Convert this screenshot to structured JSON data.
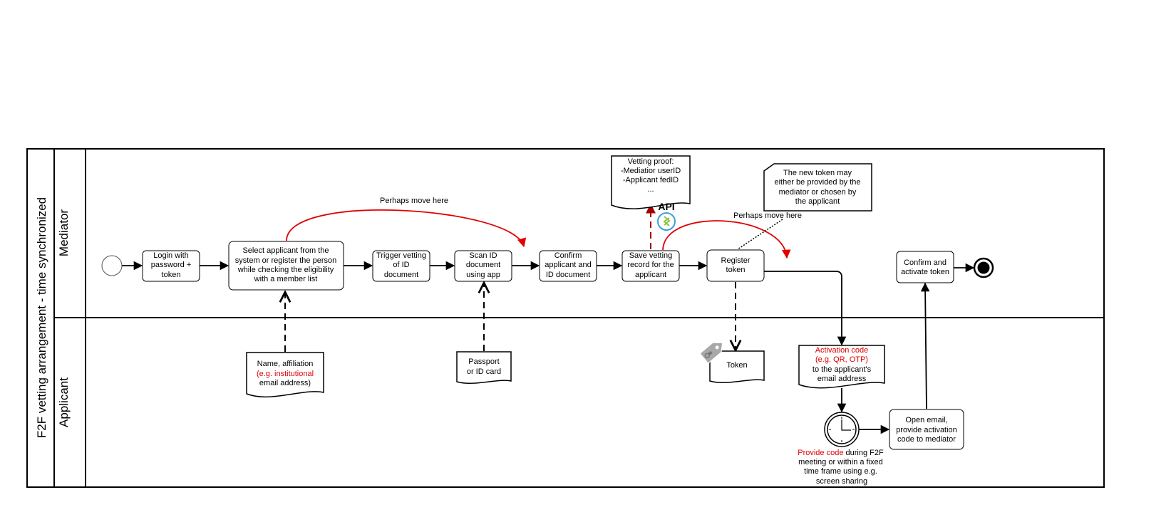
{
  "pool": {
    "title": "F2F vetting arrangement  - time synchronized",
    "lanes": [
      "Mediator",
      "Applicant"
    ]
  },
  "tasks": {
    "login": [
      "Login with",
      "password +",
      "token"
    ],
    "select": [
      "Select applicant from the",
      "system or register the person",
      "while checking the eligibility",
      "with a member list"
    ],
    "trigger": [
      "Trigger vetting",
      "of  ID",
      "document"
    ],
    "scan": [
      "Scan ID",
      "document",
      "using app"
    ],
    "confirm_doc": [
      "Confirm",
      "applicant and",
      "ID document"
    ],
    "save": [
      "Save vetting",
      "record for the",
      "applicant"
    ],
    "register": [
      "Register",
      "token"
    ],
    "confirm_activate": [
      "Confirm and",
      "activate token"
    ],
    "open_email": [
      "Open email,",
      "provide activation",
      "code to mediator"
    ]
  },
  "documents": {
    "vetting_proof": [
      "Vetting proof:",
      "-Mediatior userID",
      "-Applicant fedID",
      "..."
    ],
    "name": {
      "line1": "Name, affiliation",
      "line2_red": "(e.g. institutional",
      "line3": "email address)"
    },
    "passport": [
      "Passport",
      "or ID card"
    ],
    "token": "Token",
    "activation": {
      "line1_red": "Activation code",
      "line2_red": "(e.g. QR, OTP)",
      "line3": "to the applicant's",
      "line4": "email address"
    }
  },
  "annotations": {
    "perhaps_1": "Perhaps move here",
    "perhaps_2": "Perhaps move here",
    "new_token": [
      "The new token may",
      "either be provided by the",
      "mediator or chosen by",
      "the applicant"
    ]
  },
  "api_label": "API",
  "timer": {
    "line1_red": "Provide code",
    "line1_rest": " during F2F",
    "line2": "meeting or within a fixed",
    "line3": "time frame using e.g.",
    "line4": "screen sharing"
  },
  "colors": {
    "stroke": "#000000",
    "accent_red": "#e00000",
    "dark_red": "#a00000",
    "api_blue": "#3aa0e0",
    "api_green": "#8cc63f",
    "tag_gray": "#a8a8a8"
  }
}
